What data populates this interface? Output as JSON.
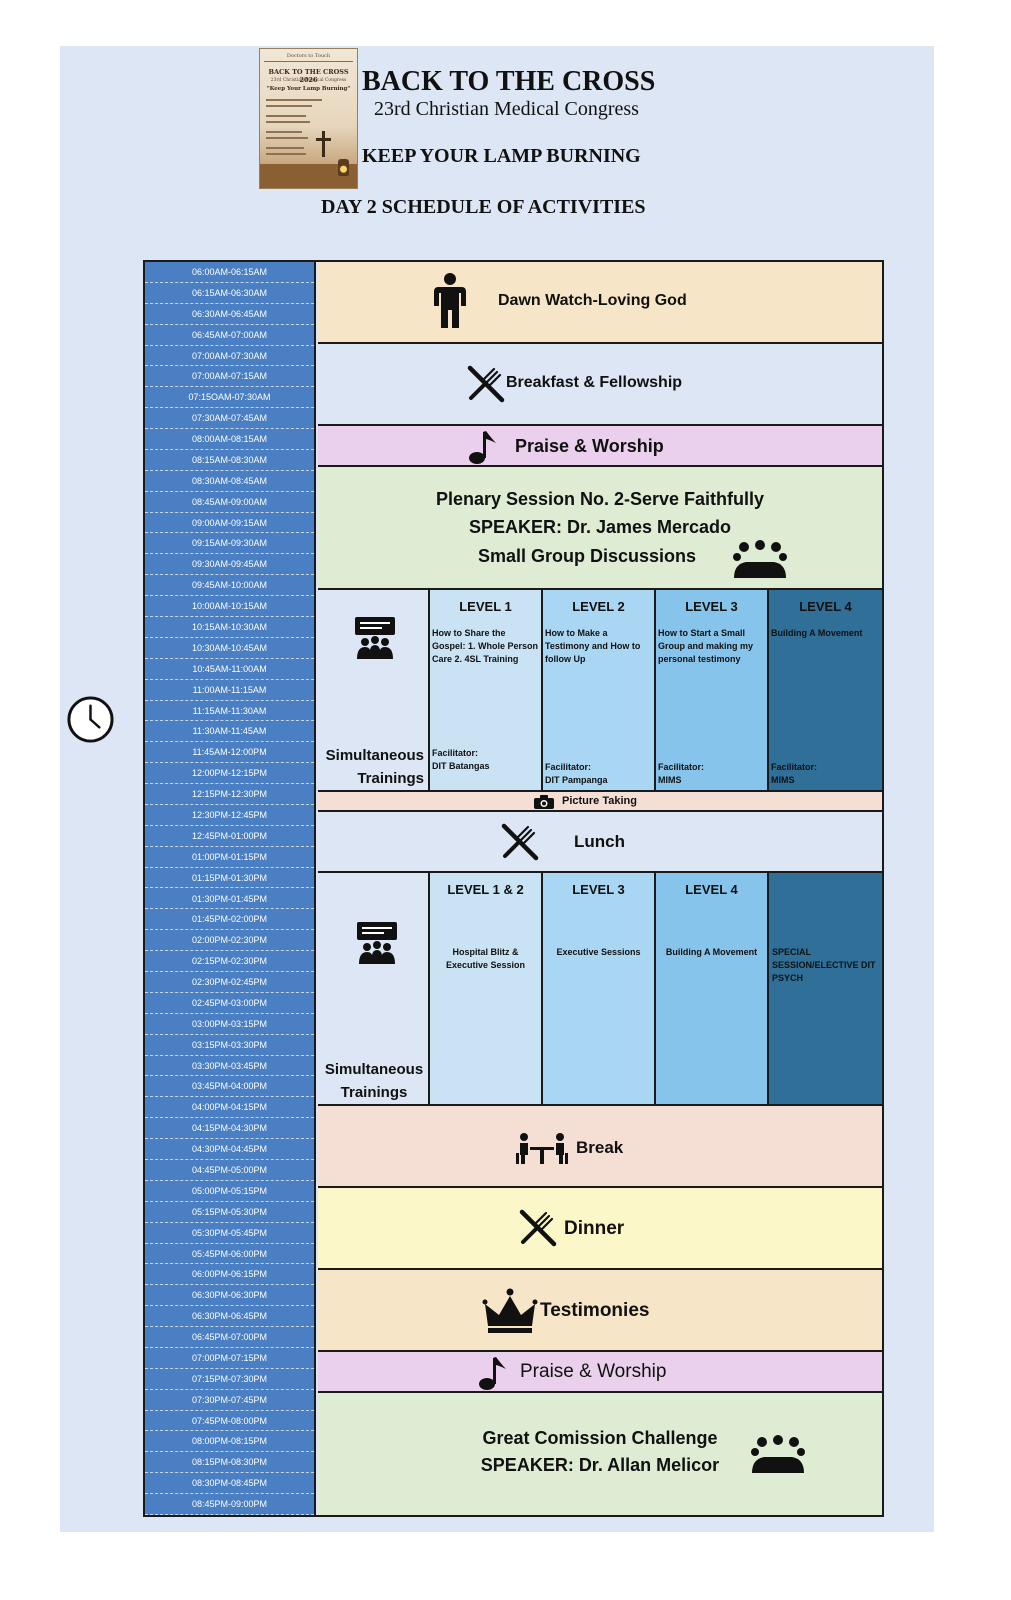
{
  "header": {
    "title": "BACK TO THE CROSS",
    "subtitle": "23rd Christian Medical Congress",
    "theme": "KEEP YOUR LAMP BURNING",
    "day_title": "DAY 2 SCHEDULE OF ACTIVITIES"
  },
  "poster": {
    "org": "Doctors to Touch",
    "title": "BACK TO THE CROSS 2026",
    "sub": "23rd Christian Medical Congress",
    "quote": "\"Keep Your Lamp Burning\""
  },
  "time_slots": [
    "06:00AM-06:15AM",
    "06:15AM-06:30AM",
    "06:30AM-06:45AM",
    "06:45AM-07:00AM",
    "07:00AM-07:30AM",
    "07:00AM-07:15AM",
    "07:15OAM-07:30AM",
    "07:30AM-07:45AM",
    "08:00AM-08:15AM",
    "08:15AM-08:30AM",
    "08:30AM-08:45AM",
    "08:45AM-09:00AM",
    "09:00AM-09:15AM",
    "09:15AM-09:30AM",
    "09:30AM-09:45AM",
    "09:45AM-10:00AM",
    "10:00AM-10:15AM",
    "10:15AM-10:30AM",
    "10:30AM-10:45AM",
    "10:45AM-11:00AM",
    "11:00AM-11:15AM",
    "11:15AM-11:30AM",
    "11:30AM-11:45AM",
    "11:45AM-12:00PM",
    "12:00PM-12:15PM",
    "12:15PM-12:30PM",
    "12:30PM-12:45PM",
    "12:45PM-01:00PM",
    "01:00PM-01:15PM",
    "01:15PM-01:30PM",
    "01:30PM-01:45PM",
    "01:45PM-02:00PM",
    "02:00PM-02:30PM",
    "02:15PM-02:30PM",
    "02:30PM-02:45PM",
    "02:45PM-03:00PM",
    "03:00PM-03:15PM",
    "03:15PM-03:30PM",
    "03:30PM-03:45PM",
    "03:45PM-04:00PM",
    "04:00PM-04:15PM",
    "04:15PM-04:30PM",
    "04:30PM-04:45PM",
    "04:45PM-05:00PM",
    "05:00PM-05:15PM",
    "05:15PM-05:30PM",
    "05:30PM-05:45PM",
    "05:45PM-06:00PM",
    "06:00PM-06:15PM",
    "06:30PM-06:30PM",
    "06:30PM-06:45PM",
    "06:45PM-07:00PM",
    "07:00PM-07:15PM",
    "07:15PM-07:30PM",
    "07:30PM-07:45PM",
    "07:45PM-08:00PM",
    "08:00PM-08:15PM",
    "08:15PM-08:30PM",
    "08:30PM-08:45PM",
    "08:45PM-09:00PM"
  ],
  "activities": {
    "dawn_watch": "Dawn Watch-Loving God",
    "breakfast": "Breakfast & Fellowship",
    "praise_am": "Praise & Worship",
    "plenary_line1": "Plenary Session No. 2-Serve Faithfully",
    "plenary_line2": "SPEAKER: Dr. James Mercado",
    "plenary_line3": "Small Group Discussions",
    "picture_taking": "Picture Taking",
    "lunch": "Lunch",
    "break": "Break",
    "dinner": "Dinner",
    "testimonies": "Testimonies",
    "praise_pm": "Praise & Worship",
    "commission_line1": "Great Comission Challenge",
    "commission_line2": "SPEAKER: Dr. Allan Melicor"
  },
  "morning_trainings": {
    "label_line1": "Simultaneous",
    "label_line2": "Trainings",
    "tracks": [
      {
        "level": "LEVEL 1",
        "desc": "How to Share the Gospel: 1. Whole Person Care 2. 4SL Training",
        "fac1": "Facilitator:",
        "fac2": "DIT Batangas"
      },
      {
        "level": "LEVEL  2",
        "desc": "How to Make a Testimony and How to follow Up",
        "fac1": "Facilitator:",
        "fac2": "DIT Pampanga"
      },
      {
        "level": "LEVEL 3",
        "desc": "How to Start a Small Group and making my personal testimony",
        "fac1": "Facilitator:",
        "fac2": "MIMS"
      },
      {
        "level": "LEVEL 4",
        "desc": "Building A Movement",
        "fac1": "Facilitator:",
        "fac2": "MIMS"
      }
    ]
  },
  "afternoon_trainings": {
    "label_line1": "Simultaneous",
    "label_line2": "Trainings",
    "tracks": [
      {
        "level": "LEVEL 1 & 2",
        "desc": "Hospital Blitz & Executive Session"
      },
      {
        "level": "LEVEL 3",
        "desc": "Executive Sessions"
      },
      {
        "level": "LEVEL 4",
        "desc": "Building A Movement"
      },
      {
        "level": "",
        "desc": "SPECIAL SESSION/ELECTIVE DIT PSYCH"
      }
    ]
  },
  "colors": {
    "time_column": "#4a7fc4",
    "dawn": "#f6e5c6",
    "meal": "#dce6f4",
    "praise": "#ead0ec",
    "plenary": "#deecd4",
    "level1": "#c9e3f5",
    "level2": "#a9d7f3",
    "level3": "#87c4ec",
    "level4": "#2f6f98",
    "picture": "#f5dfd5",
    "break": "#f5dfd5",
    "dinner": "#fbf7c8",
    "testimonies": "#f6e5c6",
    "commission": "#deecd4"
  },
  "icons": {
    "dawn": "person-standing-icon",
    "meal": "fork-knife-icon",
    "praise": "music-note-icon",
    "group": "group-people-icon",
    "training": "presentation-icon",
    "camera": "camera-icon",
    "break": "people-at-table-icon",
    "crown": "crown-icon",
    "clock": "clock-icon"
  }
}
